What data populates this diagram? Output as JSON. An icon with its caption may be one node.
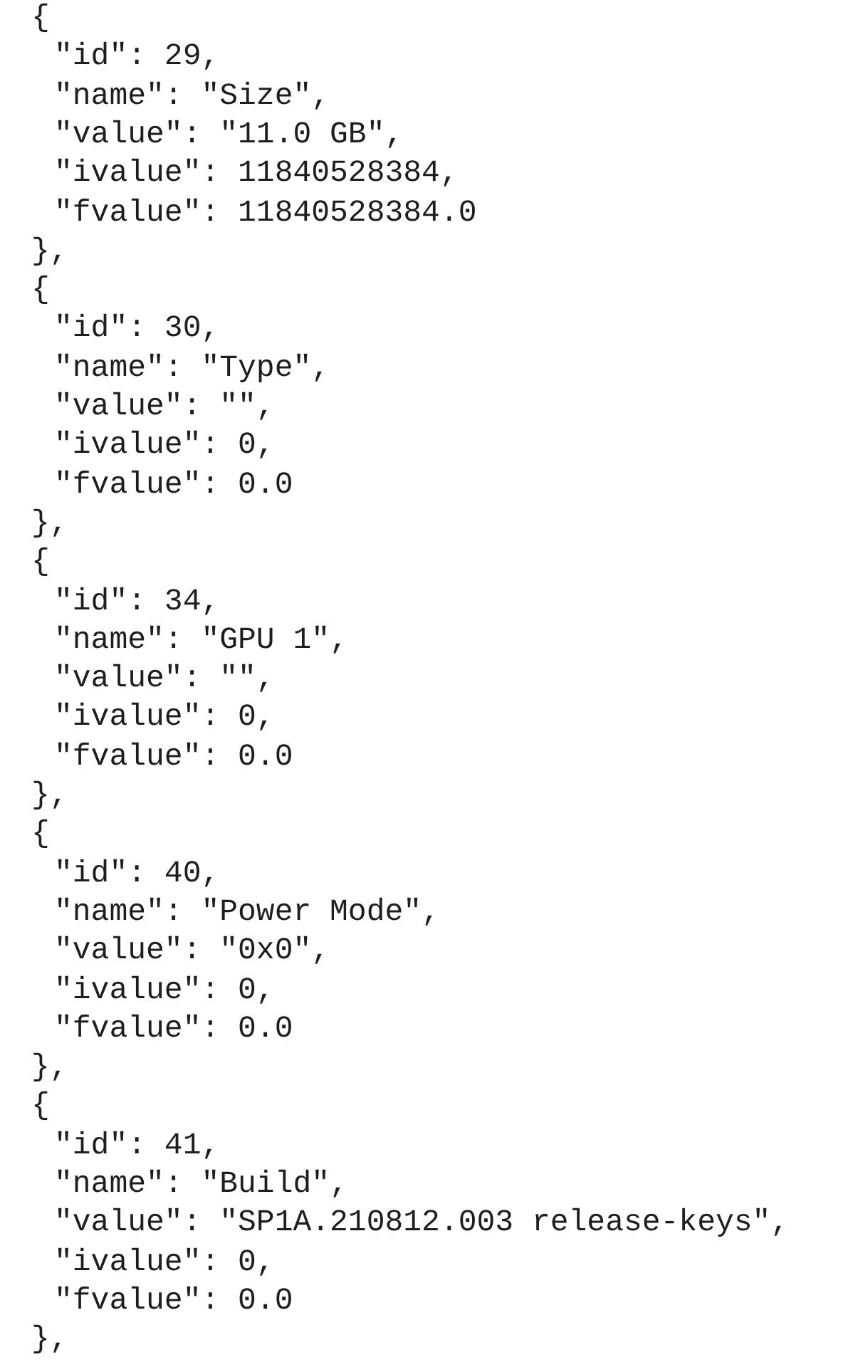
{
  "diagram": {
    "labels": [
      "{",
      "\"id\": 29,",
      "\"name\": \"Size\",",
      "\"value\": \"11.0 GB\",",
      "\"ivalue\": 11840528384,",
      "\"fvalue\": 11840528384.0",
      "},",
      "{",
      "\"id\": 30,",
      "\"name\": \"Type\",",
      "\"value\": \"\",",
      "\"ivalue\": 0,",
      "\"fvalue\": 0.0",
      "},",
      "{",
      "\"id\": 34,",
      "\"name\": \"GPU 1\",",
      "\"value\": \"\",",
      "\"ivalue\": 0,",
      "\"fvalue\": 0.0",
      "},",
      "{",
      "\"id\": 40,",
      "\"name\": \"Power Mode\",",
      "\"value\": \"0x0\",",
      "\"ivalue\": 0,",
      "\"fvalue\": 0.0",
      "},",
      "{",
      "\"id\": 41,",
      "\"name\": \"Build\",",
      "\"value\": \"SP1A.210812.003 release-keys\",",
      "\"ivalue\": 0,",
      "\"fvalue\": 0.0",
      "},"
    ]
  }
}
